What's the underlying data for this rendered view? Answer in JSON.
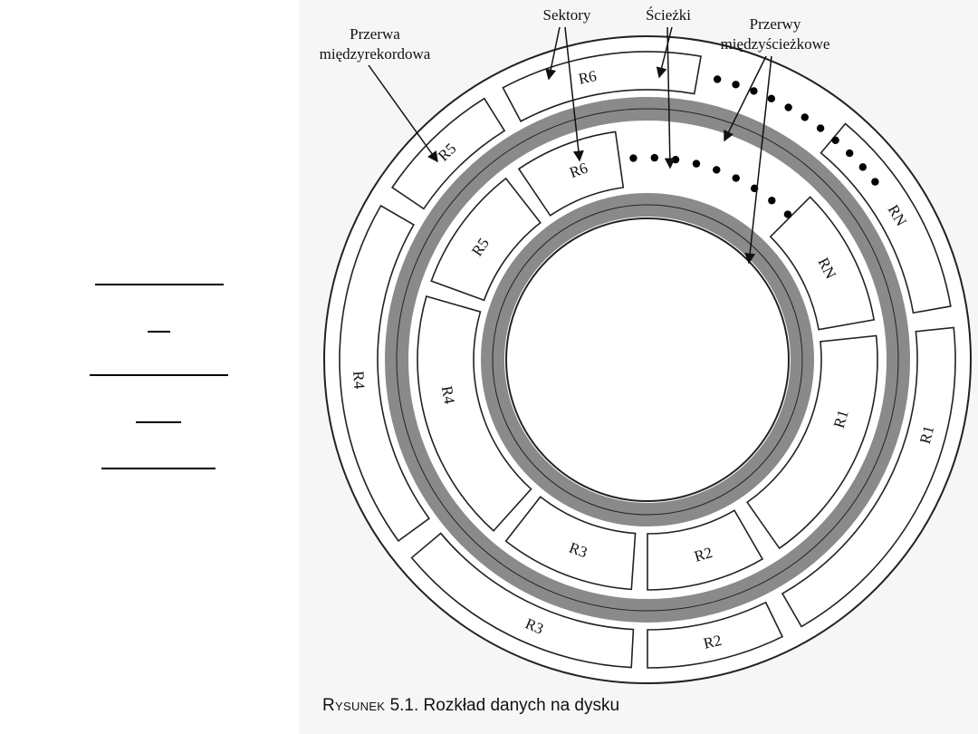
{
  "labels": {
    "gap_record_line1": "Przerwa",
    "gap_record_line2": "międzyrekordowa",
    "sectors": "Sektory",
    "tracks": "Ścieżki",
    "gap_track_line1": "Przerwy",
    "gap_track_line2": "międzyścieżkowe"
  },
  "records": {
    "r1": "R1",
    "r2": "R2",
    "r3": "R3",
    "r4": "R4",
    "r5": "R5",
    "r6": "R6",
    "rn": "RN"
  },
  "caption": {
    "prefix": "Rysunek",
    "text": "5.1. Rozkład danych na dysku"
  },
  "colors": {
    "gap_band": "#8a8a8a",
    "outline": "#222222",
    "dots": "#000000"
  }
}
